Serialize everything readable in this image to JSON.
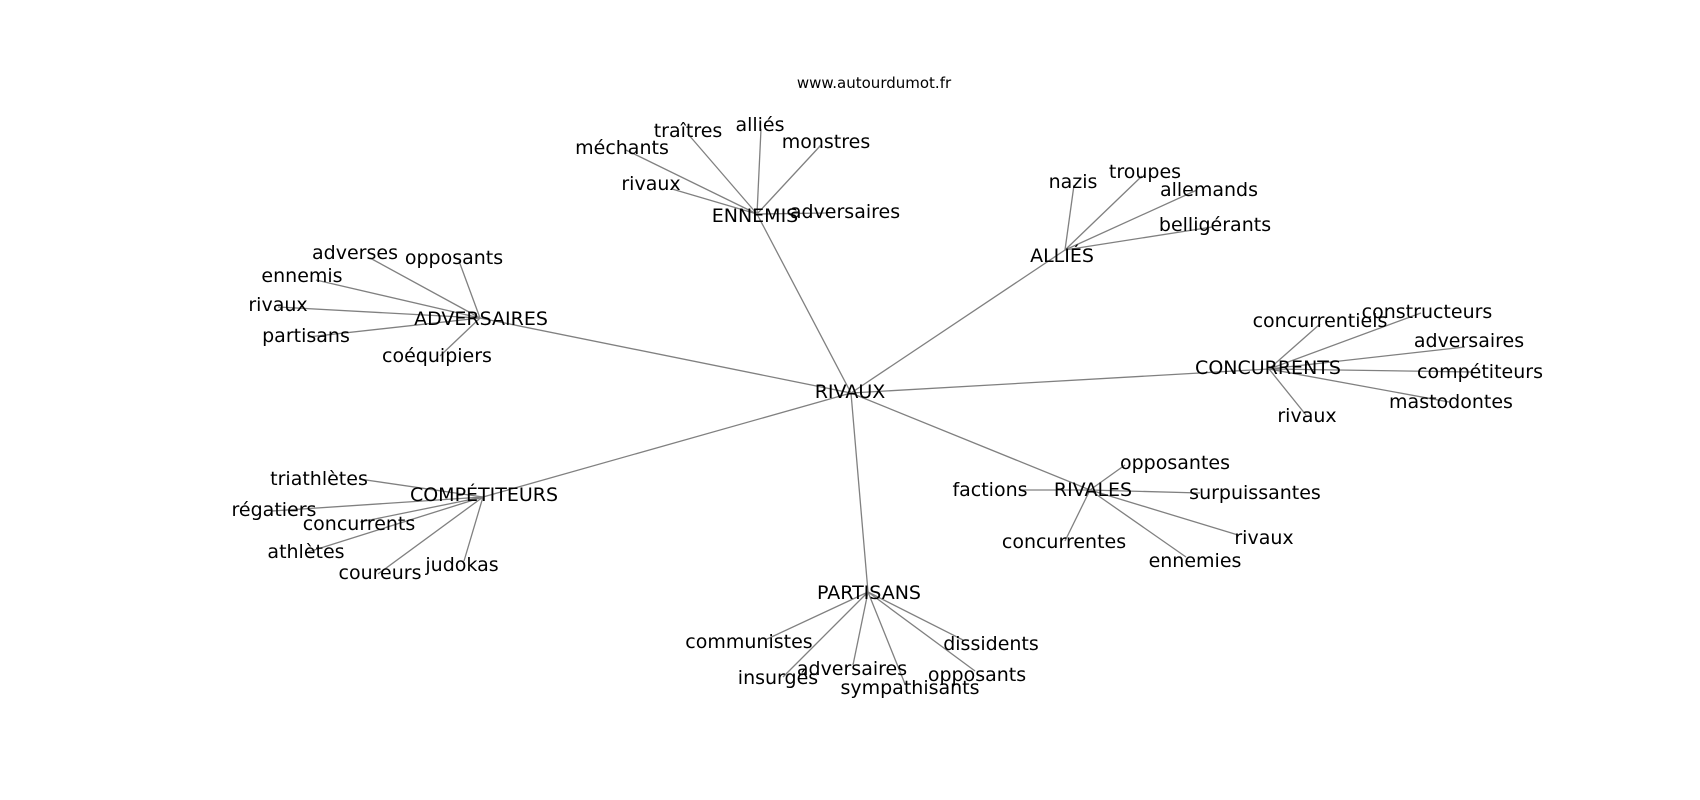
{
  "site": "www.autourdumot.fr",
  "root": "RIVAUX",
  "groups": [
    {
      "hub": "ENNEMIS",
      "words": [
        "méchants",
        "traîtres",
        "alliés",
        "monstres",
        "rivaux",
        "adversaires"
      ]
    },
    {
      "hub": "ALLIÉS",
      "words": [
        "nazis",
        "troupes",
        "allemands",
        "belligérants"
      ]
    },
    {
      "hub": "ADVERSAIRES",
      "words": [
        "adverses",
        "opposants",
        "ennemis",
        "rivaux",
        "partisans",
        "coéquipiers"
      ]
    },
    {
      "hub": "CONCURRENTS",
      "words": [
        "concurrentiels",
        "constructeurs",
        "adversaires",
        "compétiteurs",
        "mastodontes",
        "rivaux"
      ]
    },
    {
      "hub": "COMPÉTITEURS",
      "words": [
        "triathlètes",
        "régatiers",
        "concurrents",
        "athlètes",
        "coureurs",
        "judokas"
      ]
    },
    {
      "hub": "RIVALES",
      "words": [
        "factions",
        "opposantes",
        "surpuissantes",
        "concurrentes",
        "rivaux",
        "ennemies"
      ]
    },
    {
      "hub": "PARTISANS",
      "words": [
        "communistes",
        "dissidents",
        "insurgés",
        "adversaires",
        "opposants",
        "sympathisants"
      ]
    }
  ]
}
